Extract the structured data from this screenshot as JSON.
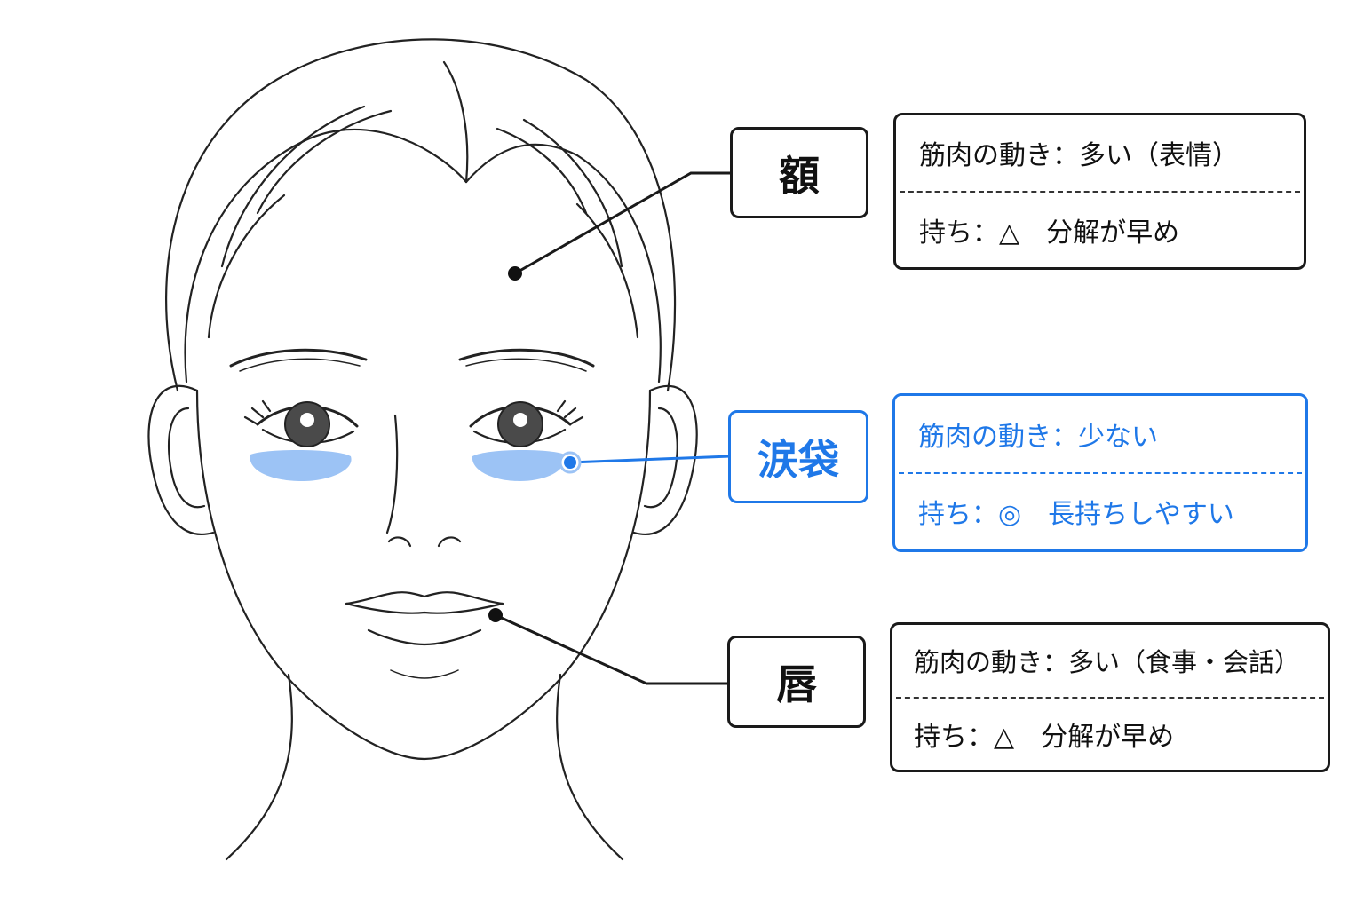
{
  "colors": {
    "accent": "#1f78e8",
    "highlight": "#9cc3f5",
    "line": "#1a1a1a"
  },
  "regions": [
    {
      "id": "forehead",
      "label": "額",
      "movement": "筋肉の動き：多い（表情）",
      "duration": "持ち：△　分解が早め",
      "highlighted": false
    },
    {
      "id": "tear-trough",
      "label": "涙袋",
      "movement": "筋肉の動き：少ない",
      "duration": "持ち：◎　長持ちしやすい",
      "highlighted": true
    },
    {
      "id": "lips",
      "label": "唇",
      "movement": "筋肉の動き：多い（食事・会話）",
      "duration": "持ち：△　分解が早め",
      "highlighted": false
    }
  ]
}
